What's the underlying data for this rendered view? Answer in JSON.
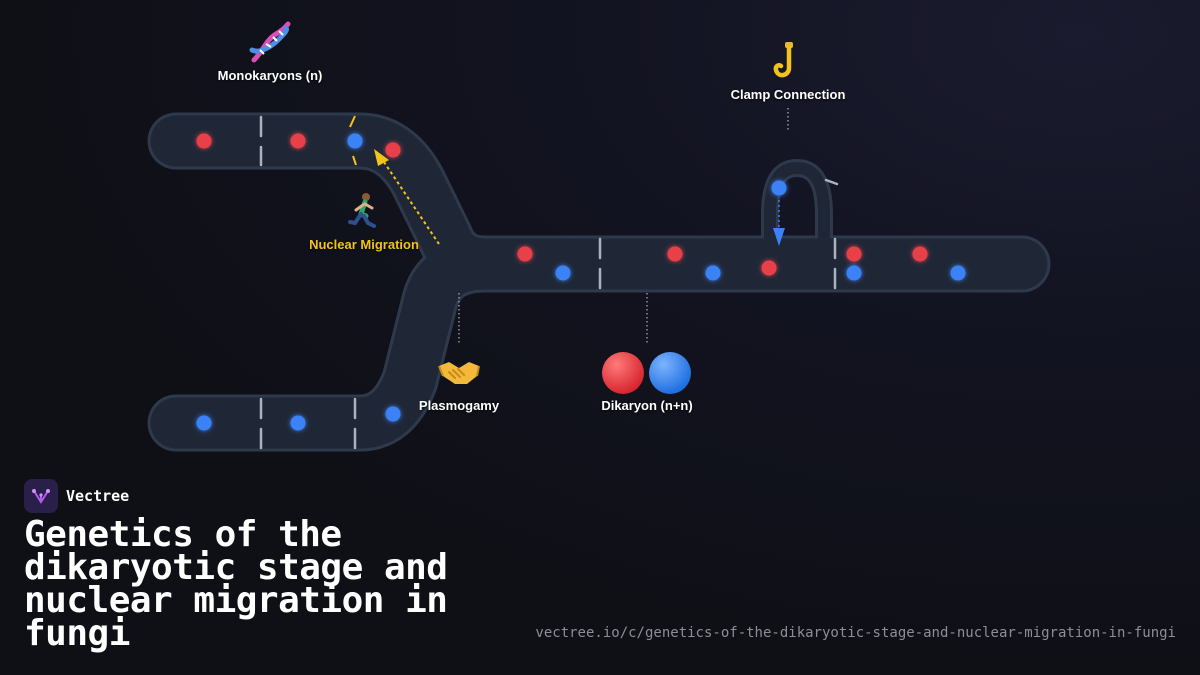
{
  "diagram": {
    "labels": {
      "monokaryons": "Monokaryons (n)",
      "clamp": "Clamp Connection",
      "migration": "Nuclear Migration",
      "plasmogamy": "Plasmogamy",
      "dikaryon": "Dikaryon (n+n)"
    },
    "icons": {
      "monokaryons": "dna-icon",
      "clamp": "hook-icon",
      "migration": "running-person-icon",
      "plasmogamy": "handshake-icon",
      "dikaryon": "red-and-blue-circles-icon"
    },
    "colors": {
      "hypha": "#1f2737",
      "hypha_outline": "#2e394b",
      "nucleus_red": "#e8404a",
      "nucleus_blue": "#3b82f6",
      "migration_arrow": "#f2c31b",
      "septum": "#aab2c0"
    }
  },
  "brand": {
    "name": "Vectree",
    "logo_icon": "vectree-logo-icon"
  },
  "title": "Genetics of the dikaryotic stage and nuclear migration in fungi",
  "url": "vectree.io/c/genetics-of-the-dikaryotic-stage-and-nuclear-migration-in-fungi"
}
